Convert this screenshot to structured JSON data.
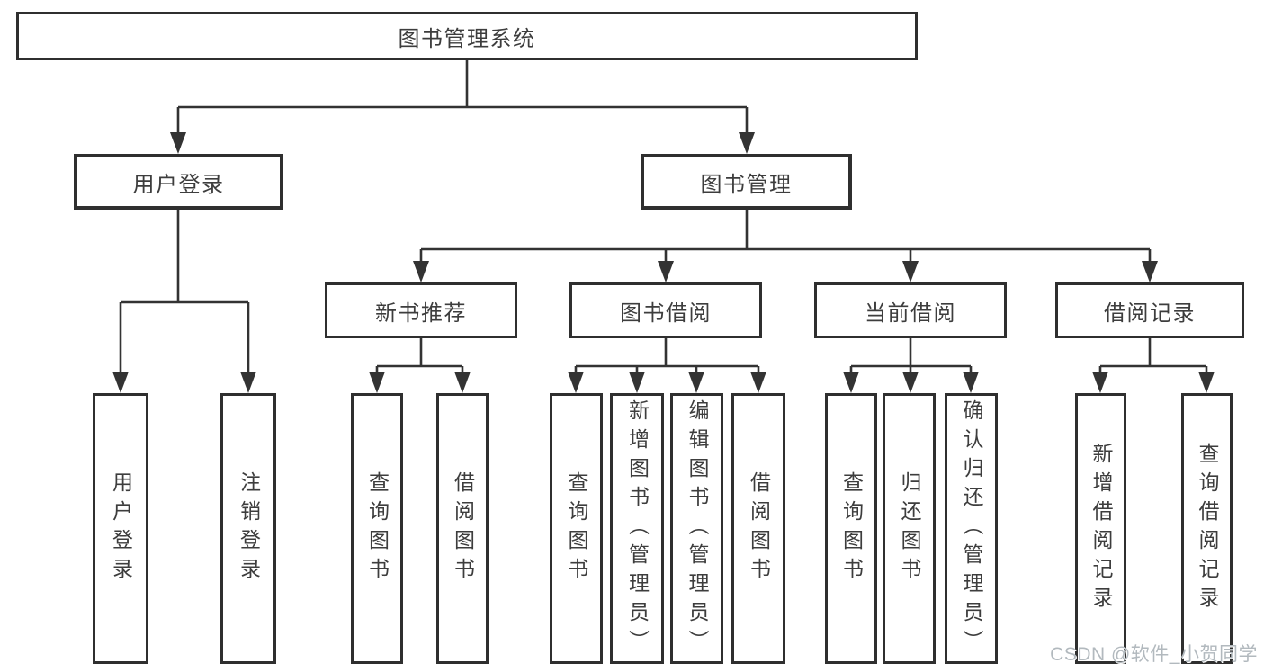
{
  "tree": {
    "label": "图书管理系统",
    "children": [
      {
        "label": "用户登录",
        "children": [
          {
            "label": "用户登录"
          },
          {
            "label": "注销登录"
          }
        ]
      },
      {
        "label": "图书管理",
        "children": [
          {
            "label": "新书推荐",
            "children": [
              {
                "label": "查询图书"
              },
              {
                "label": "借阅图书"
              }
            ]
          },
          {
            "label": "图书借阅",
            "children": [
              {
                "label": "查询图书"
              },
              {
                "label": "新增图书（管理员）"
              },
              {
                "label": "编辑图书（管理员）"
              },
              {
                "label": "借阅图书"
              }
            ]
          },
          {
            "label": "当前借阅",
            "children": [
              {
                "label": "查询图书"
              },
              {
                "label": "归还图书"
              },
              {
                "label": "确认归还（管理员）"
              }
            ]
          },
          {
            "label": "借阅记录",
            "children": [
              {
                "label": "新增借阅记录"
              },
              {
                "label": "查询借阅记录"
              }
            ]
          }
        ]
      }
    ]
  },
  "watermark": "CSDN @软件_小贺同学",
  "colors": {
    "background": "#ffffff",
    "box_border": "#2f2f2f",
    "connector_line": "#333333",
    "text": "#3d3d3d",
    "watermark_text": "#b2b9be"
  }
}
